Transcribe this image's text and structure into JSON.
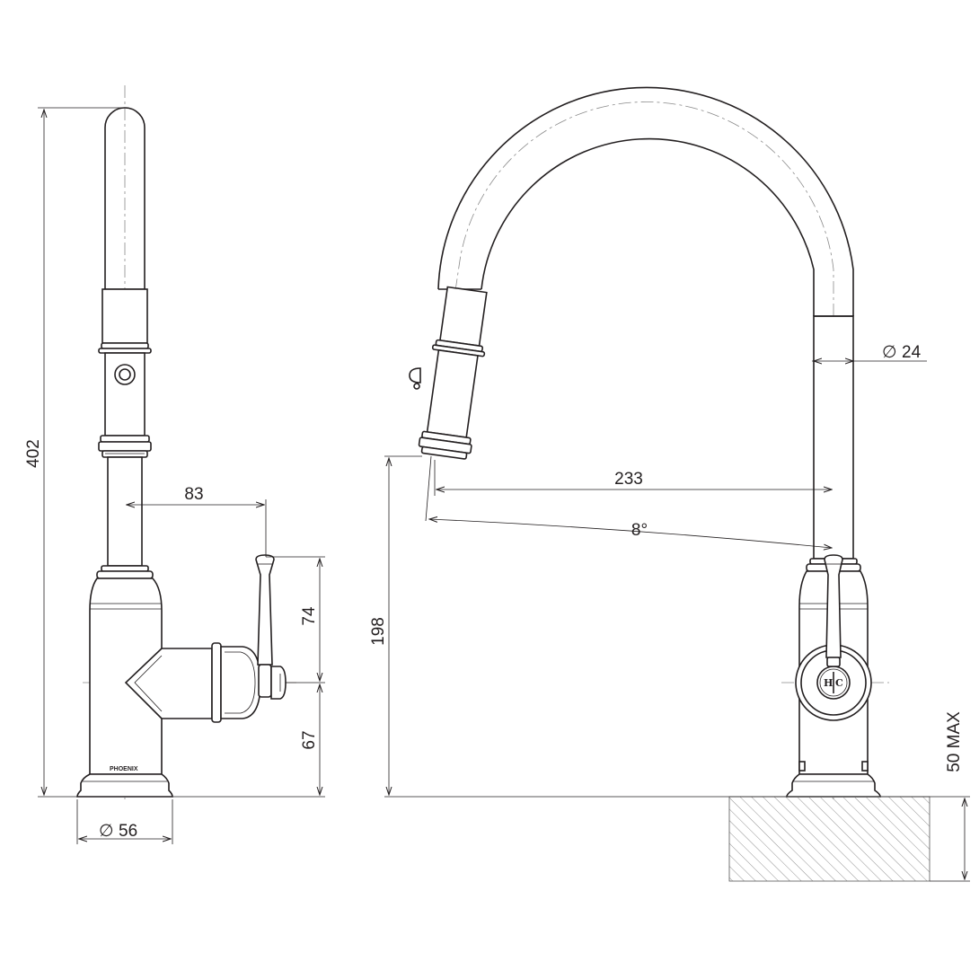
{
  "side_view": {
    "height_label": "402",
    "reach_label": "83",
    "lever_height_label": "74",
    "base_to_handle_label": "67",
    "base_diameter_label": "56",
    "brand_label": "PHOENIX"
  },
  "front_view": {
    "spout_diameter_label": "24",
    "reach_label": "233",
    "angle_label": "8°",
    "spout_height_label": "198",
    "bench_thickness_label": "50 MAX",
    "handle_hot_label": "H",
    "handle_cold_label": "C"
  },
  "symbols": {
    "diameter": "∅"
  }
}
